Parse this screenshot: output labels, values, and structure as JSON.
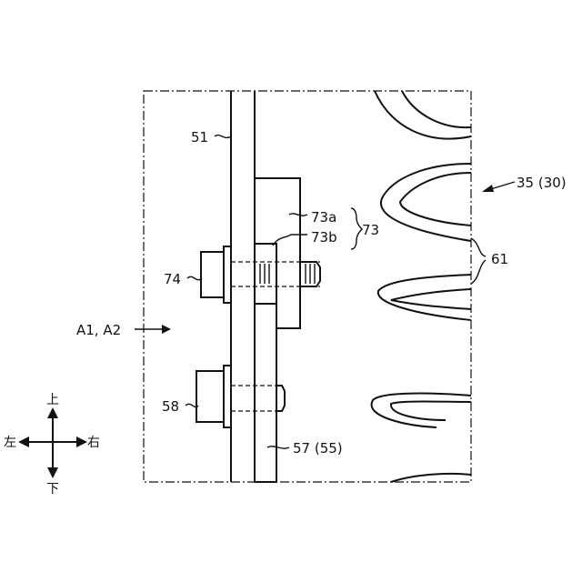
{
  "labels": {
    "part_51": "51",
    "part_73a": "73a",
    "part_73b": "73b",
    "part_73": "73",
    "part_74": "74",
    "part_58": "58",
    "part_57": "57 (55)",
    "part_61": "61",
    "part_35": "35 (30)",
    "view_a": "A1, A2"
  },
  "directions": {
    "up": "上",
    "down": "下",
    "left": "左",
    "right": "右"
  }
}
